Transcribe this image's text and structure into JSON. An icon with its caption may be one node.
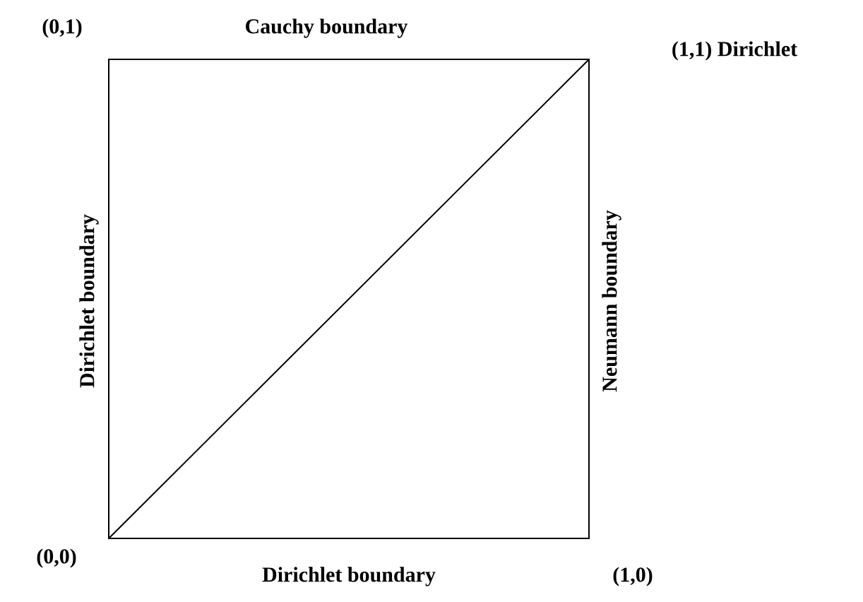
{
  "diagram": {
    "labels": [
      "(0,1)",
      "Cauchy boundary",
      "(1,1) Dirichlet",
      "Dirichlet boundary",
      "Neumann boundary",
      "(0,0)",
      "Dirichlet boundary",
      "(1,0)"
    ]
  }
}
